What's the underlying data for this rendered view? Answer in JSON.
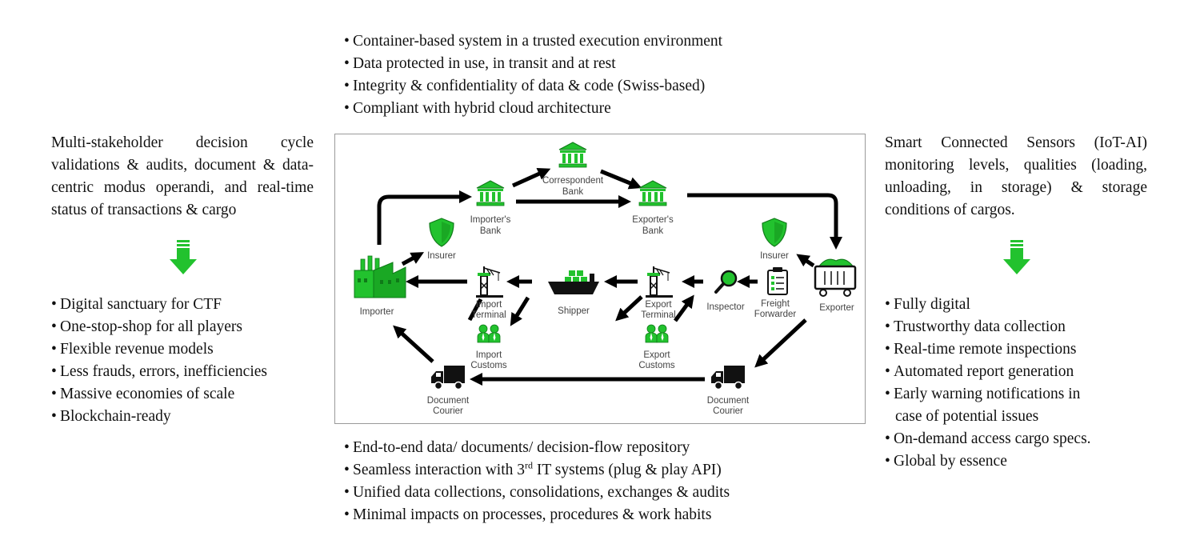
{
  "top_list": [
    "Container-based system in a trusted execution environment",
    "Data protected in use, in transit and at rest",
    "Integrity & confidentiality of data & code (Swiss-based)",
    "Compliant with hybrid cloud architecture"
  ],
  "bottom_list": {
    "item1": "End-to-end data/ documents/ decision-flow repository",
    "item2_before": "Seamless interaction with 3",
    "item2_sup": "rd",
    "item2_after": " IT systems (plug & play API)",
    "item3": "Unified data collections, consolidations, exchanges & audits",
    "item4": "Minimal impacts on processes, procedures & work habits"
  },
  "left_text": "Multi-stakeholder decision cycle validations & audits, document & data-centric modus operandi, and real-time status of transactions & cargo",
  "left_list": [
    "Digital sanctuary for CTF",
    "One-stop-shop for all players",
    "Flexible revenue models",
    "Less frauds, errors, inefficiencies",
    "Massive economies of scale",
    "Blockchain-ready"
  ],
  "right_text": "Smart Connected Sensors (IoT-AI) monitoring levels, qualities (loading, unloading, in storage) & storage conditions of cargos.",
  "right_list": {
    "item1": "Fully digital",
    "item2": "Trustworthy data collection",
    "item3": "Real-time remote inspections",
    "item4": "Automated report generation",
    "item5_line1": "Early warning notifications in",
    "item5_line2": "case of potential issues",
    "item6": "On-demand access cargo specs.",
    "item7": "Global by essence"
  },
  "diagram": {
    "correspondent_bank": [
      "Correspondent",
      "Bank"
    ],
    "importers_bank": [
      "Importer's",
      "Bank"
    ],
    "exporters_bank": [
      "Exporter's",
      "Bank"
    ],
    "insurer_left": "Insurer",
    "insurer_right": "Insurer",
    "importer": "Importer",
    "import_terminal": [
      "Import",
      "Terminal"
    ],
    "shipper": "Shipper",
    "export_terminal": [
      "Export",
      "Terminal"
    ],
    "inspector": "Inspector",
    "freight_forwarder": [
      "Freight",
      "Forwarder"
    ],
    "exporter": "Exporter",
    "import_customs": [
      "Import",
      "Customs"
    ],
    "export_customs": [
      "Export",
      "Customs"
    ],
    "document_courier_left": [
      "Document",
      "Courier"
    ],
    "document_courier_right": [
      "Document",
      "Courier"
    ]
  },
  "colors": {
    "green": "#22c22e",
    "green_dark": "#0f7a18",
    "arrow": "#000000"
  }
}
